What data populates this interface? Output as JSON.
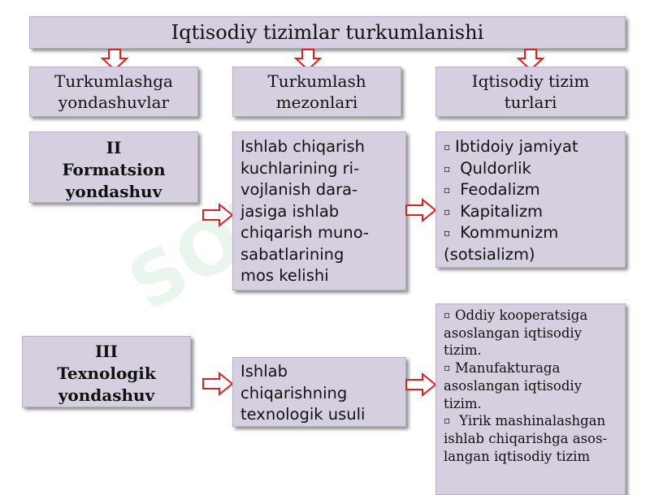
{
  "title": "Iqtisodiy tizimlar turkumlanishi",
  "columns": [
    {
      "header": "Turkumlashga yondashuvlar"
    },
    {
      "header": "Turkumlash mezonlari"
    },
    {
      "header": "Iqtisodiy tizim turlari"
    }
  ],
  "rows": [
    {
      "approach": [
        "II",
        "Formatsion",
        "yondashuv"
      ],
      "criterion": [
        "Ishlab chiqarish",
        "kuchlarining ri-",
        "vojlanish dara-",
        "jasiga ishlab",
        "chiqarish muno-",
        "sabatlarining",
        "mos kelishi"
      ],
      "types": [
        "Ibtidoiy jamiyat",
        "Quldorlik",
        "Feodalizm",
        "Kapitalizm",
        "Kommunizm (sotsializm)"
      ]
    },
    {
      "approach": [
        "III",
        "Texnologik",
        "yondashuv"
      ],
      "criterion": [
        "Ishlab",
        "chiqarishning",
        "texnologik usuli"
      ],
      "types": [
        "Oddiy kooperatsiga asoslangan iqtisodiy tizim.",
        "Manufakturaga asoslangan iqtisodiy tizim.",
        "Yirik mashinalashgan ishlab chiqarishga asos-langan iqtisodiy tizim"
      ]
    }
  ],
  "watermark": "SOFF",
  "icons": {
    "down_arrow": "down-arrow-icon",
    "right_arrow": "right-arrow-icon",
    "bullet": "bullet-icon"
  },
  "colors": {
    "box_fill": "#d6cfe0",
    "arrow_fill": "#ffffff",
    "arrow_stroke": "#e0201e"
  }
}
